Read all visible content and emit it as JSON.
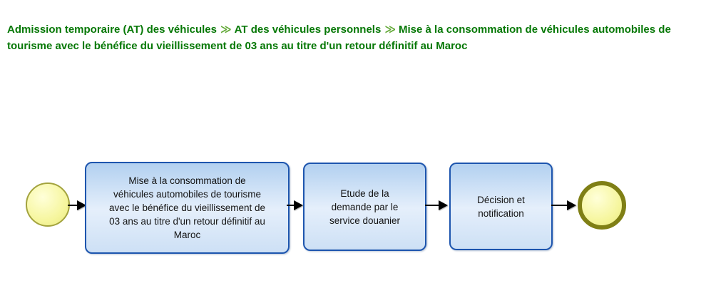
{
  "breadcrumb": {
    "separator": "≫",
    "items": [
      {
        "label": "Admission temporaire (AT) des véhicules"
      },
      {
        "label": "AT des véhicules personnels"
      },
      {
        "label": "Mise à la consommation de véhicules automobiles de tourisme avec le bénéfice du vieillissement de 03 ans au titre d'un retour définitif au Maroc"
      }
    ],
    "text_color": "#067806",
    "separator_color": "#5fa733"
  },
  "diagram": {
    "type": "bpmn-process-flow",
    "start_event": {
      "shape": "circle",
      "fill": "#f6f69e",
      "border": "#a3a33e"
    },
    "end_event": {
      "shape": "thick-circle",
      "fill": "#f6f69e",
      "border": "#7f7f15"
    },
    "tasks": [
      {
        "label": "Mise à la consommation de véhicules automobiles de tourisme avec le bénéfice du vieillissement de 03 ans au titre d'un retour définitif au Maroc",
        "lines": [
          "Mise à la consommation de",
          "véhicules automobiles de tourisme",
          "avec le bénéfice du vieillissement de",
          "03 ans au titre d'un retour définitif au",
          "Maroc"
        ]
      },
      {
        "label": "Etude de la demande par le service douanier",
        "lines": [
          "Etude de la",
          "demande par le",
          "service douanier"
        ]
      },
      {
        "label": "Décision et notification",
        "lines": [
          "Décision et",
          "notification"
        ]
      }
    ],
    "colors": {
      "task_border": "#1d55ae",
      "task_fill_top": "#b2d0f0",
      "task_fill_bottom": "#cde0f5",
      "arrow": "#000000"
    }
  }
}
